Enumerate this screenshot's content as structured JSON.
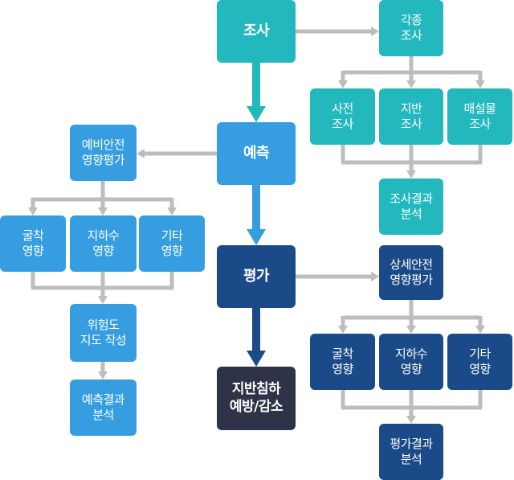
{
  "colors": {
    "survey": "#22b8be",
    "predict": "#369de0",
    "evaluate": "#1a4a87",
    "prevent": "#2e3347",
    "connector": "#bdbdbd"
  },
  "main": {
    "survey": "조사",
    "predict": "예측",
    "evaluate": "평가",
    "prevent": [
      "지반침하",
      "예방/감소"
    ]
  },
  "survey_branch": {
    "root": [
      "각종",
      "조사"
    ],
    "children": [
      [
        "사전",
        "조사"
      ],
      [
        "지반",
        "조사"
      ],
      [
        "매설물",
        "조사"
      ]
    ],
    "result": [
      "조사결과",
      "분석"
    ]
  },
  "predict_branch": {
    "root": [
      "예비안전",
      "영향평가"
    ],
    "children": [
      [
        "굴착",
        "영향"
      ],
      [
        "지하수",
        "영향"
      ],
      [
        "기타",
        "영향"
      ]
    ],
    "map": [
      "위험도",
      "지도 작성"
    ],
    "result": [
      "예측결과",
      "분석"
    ]
  },
  "evaluate_branch": {
    "root": [
      "상세안전",
      "영향평가"
    ],
    "children": [
      [
        "굴착",
        "영향"
      ],
      [
        "지하수",
        "영향"
      ],
      [
        "기타",
        "영향"
      ]
    ],
    "result": [
      "평가결과",
      "분석"
    ]
  }
}
